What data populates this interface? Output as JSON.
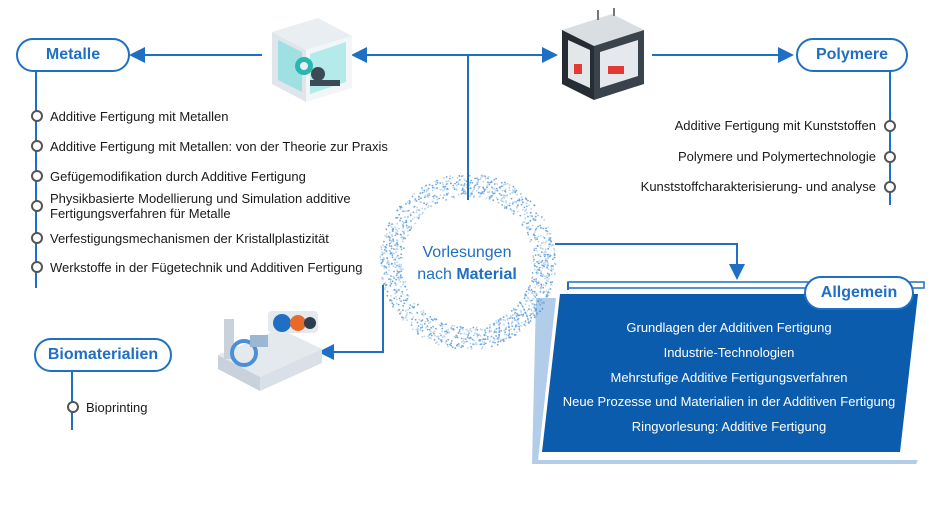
{
  "center": {
    "line1": "Vorlesungen",
    "line2_prefix": "nach ",
    "line2_bold": "Material"
  },
  "metalle": {
    "title": "Metalle",
    "items": [
      "Additive Fertigung mit Metallen",
      "Additive Fertigung mit Metallen: von der Theorie zur Praxis",
      "Gefügemodifikation durch Additive Fertigung",
      "Physikbasierte Modellierung und Simulation additive Fertigungsverfahren für Metalle",
      "Verfestigungsmechanismen der Kristallplastizität",
      "Werkstoffe in der Fügetechnik und Additiven Fertigung"
    ]
  },
  "polymere": {
    "title": "Polymere",
    "items": [
      "Additive Fertigung mit Kunststoffen",
      "Polymere und Polymertechnologie",
      "Kunststoffcharakterisierung- und analyse"
    ]
  },
  "biomaterialien": {
    "title": "Biomaterialien",
    "items": [
      "Bioprinting"
    ]
  },
  "allgemein": {
    "title": "Allgemein",
    "items": [
      "Grundlagen der Additiven Fertigung",
      "Industrie-Technologien",
      "Mehrstufige Additive Fertigungsverfahren",
      "Neue Prozesse und Materialien in der Additiven Fertigung",
      "Ringvorlesung: Additive Fertigung"
    ]
  },
  "colors": {
    "accent": "#1f6fc4",
    "panel": "#0b5cad"
  },
  "icons": [
    "metal-printer-icon",
    "polymer-printer-icon",
    "bioprinter-icon"
  ]
}
